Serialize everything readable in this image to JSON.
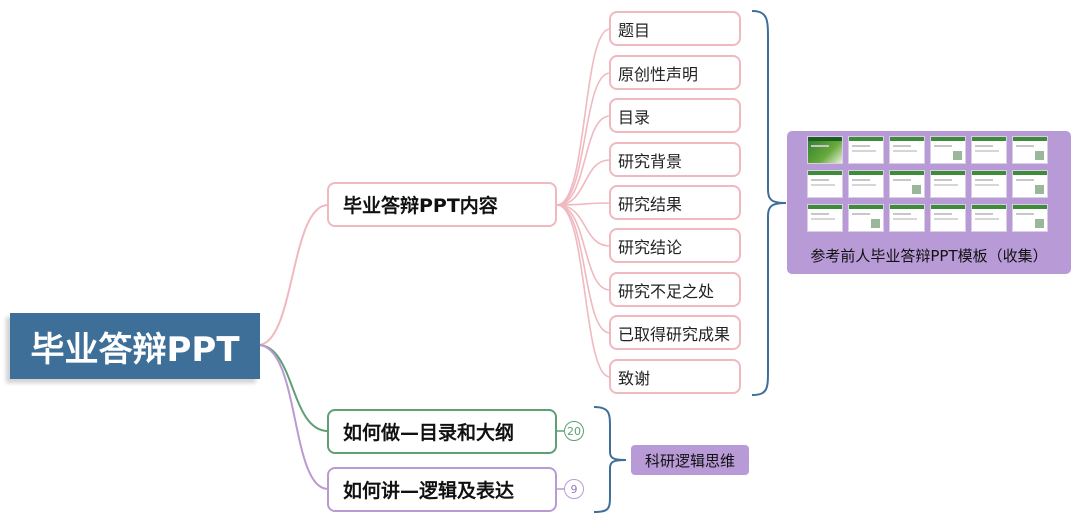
{
  "root": {
    "title": "毕业答辩PPT"
  },
  "branches": [
    {
      "label": "毕业答辩PPT内容",
      "color": "#efb9bf"
    },
    {
      "label": "如何做—目录和大纲",
      "color": "#5e9f73",
      "badge": "20"
    },
    {
      "label": "如何讲—逻辑及表达",
      "color": "#b99bd2",
      "badge": "9"
    }
  ],
  "leaves": [
    "题目",
    "原创性声明",
    "目录",
    "研究背景",
    "研究结果",
    "研究结论",
    "研究不足之处",
    "已取得研究成果",
    "致谢"
  ],
  "template_summary": {
    "caption": "参考前人毕业答辩PPT模板（收集）",
    "color": "#b89ad6"
  },
  "logic_summary": {
    "label": "科研逻辑思维",
    "color": "#b89ad6"
  },
  "colors": {
    "root": "#3d6f98",
    "bracket": "#3f6f99"
  }
}
